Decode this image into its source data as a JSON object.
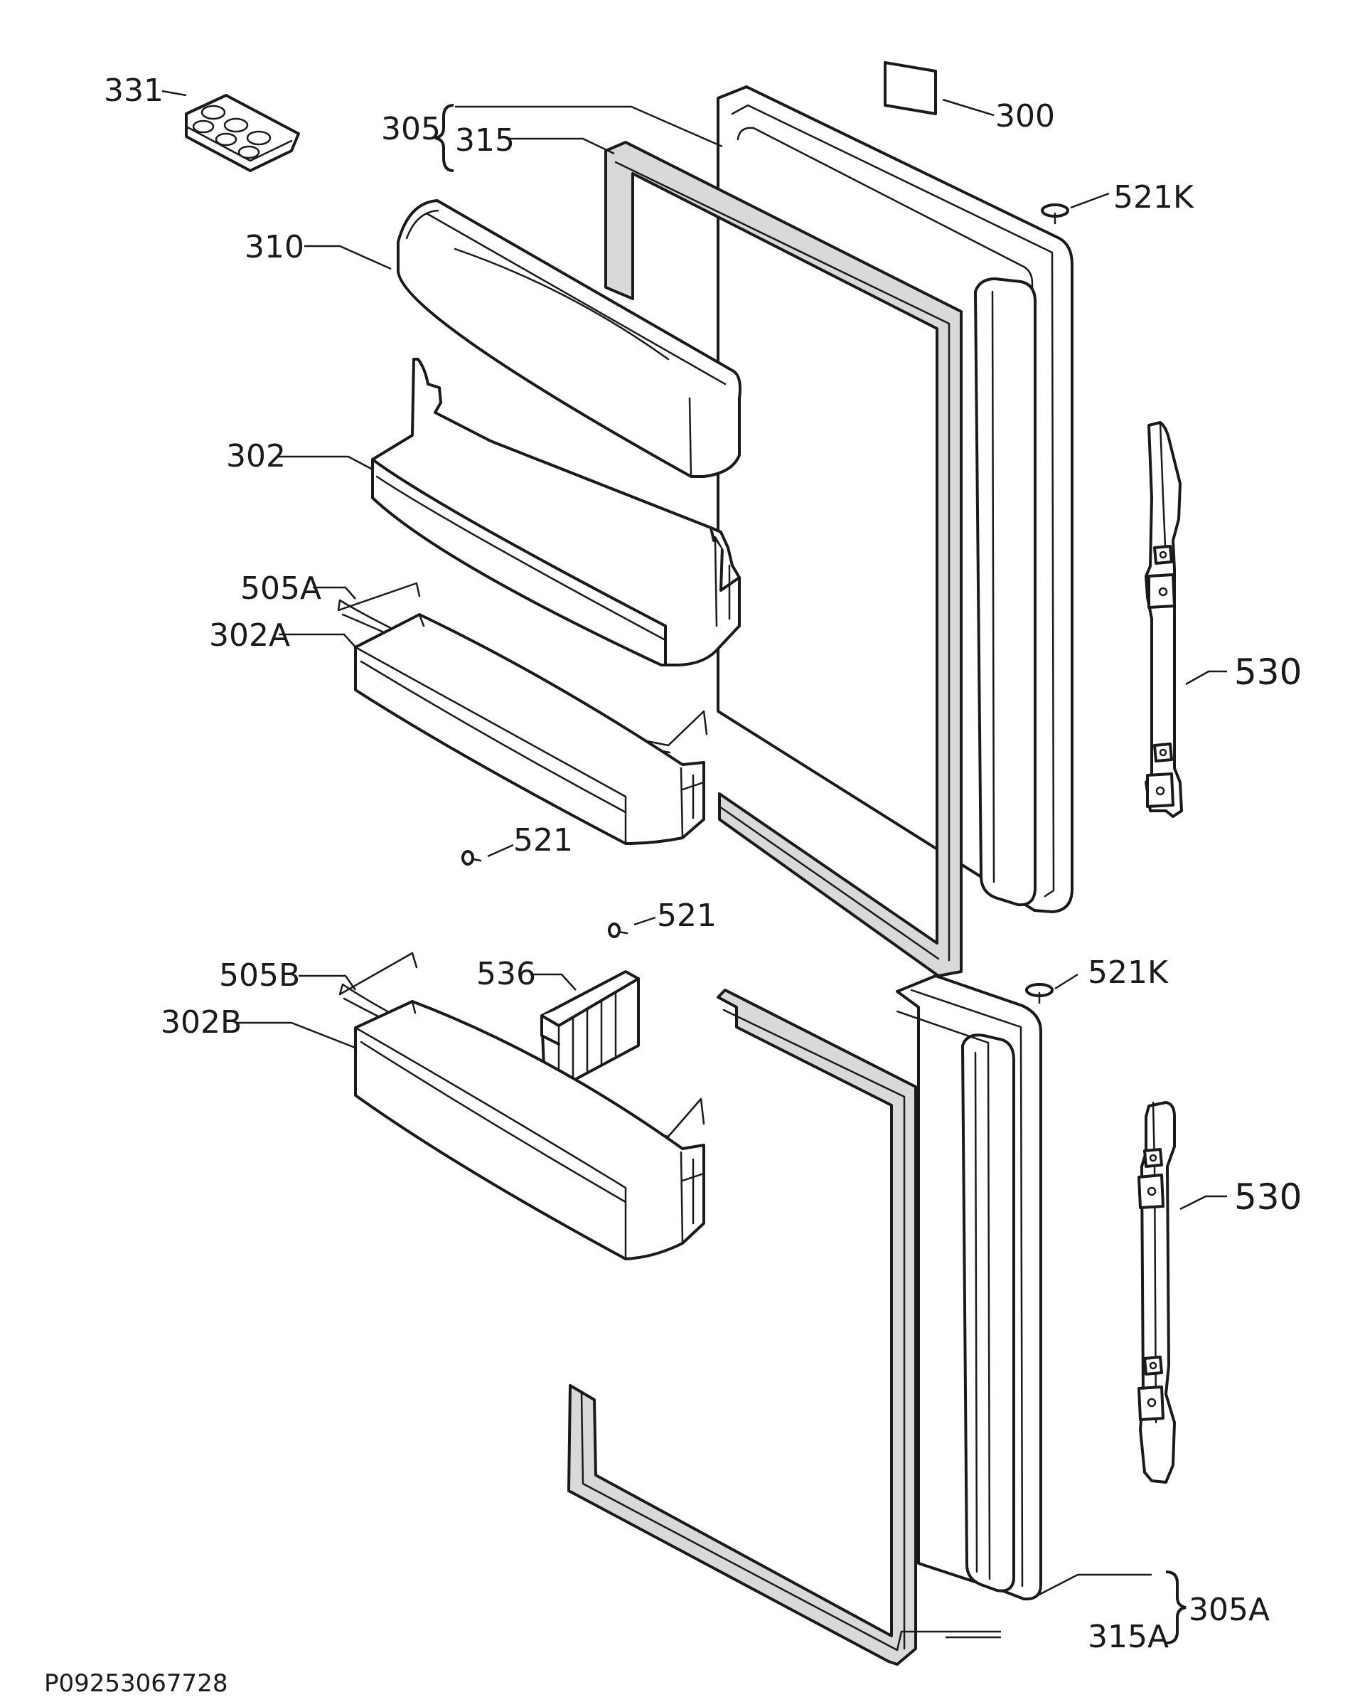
{
  "labels": {
    "p331": "331",
    "p305": "305",
    "p315": "315",
    "p300": "300",
    "p521k_top": "521K",
    "p310": "310",
    "p302": "302",
    "p505a": "505A",
    "p302a": "302A",
    "p530_top": "530",
    "p521_a": "521",
    "p521_b": "521",
    "p505b": "505B",
    "p536": "536",
    "p521k_mid": "521K",
    "p302b": "302B",
    "p530_bottom": "530",
    "p305a": "305A",
    "p315a": "315A"
  },
  "drawing_code": "P09253067728"
}
